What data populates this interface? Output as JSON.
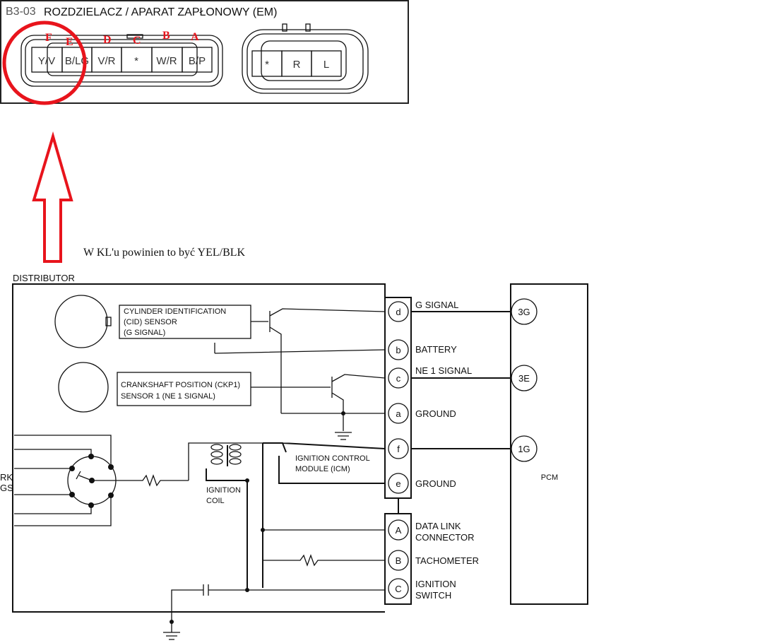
{
  "connector_panel": {
    "code": "B3-03",
    "title": "ROZDZIELACZ / APARAT ZAPŁONOWY (EM)",
    "main_pins": [
      "Y/V",
      "B/LG",
      "V/R",
      "*",
      "W/R",
      "B/P"
    ],
    "pin_letters": [
      "F",
      "E",
      "D",
      "C",
      "B",
      "A"
    ],
    "second_pins": [
      "*",
      "R",
      "L"
    ]
  },
  "annotation": {
    "note": "W KL'u powinien to być YEL/BLK",
    "highlight_color": "#e8141c"
  },
  "schematic": {
    "distributor_label": "DISTRIBUTOR",
    "cid_sensor": [
      "CYLINDER IDENTIFICATION",
      "(CID) SENSOR",
      "(G SIGNAL)"
    ],
    "ckp_sensor": [
      "CRANKSHAFT POSITION (CKP1)",
      "SENSOR 1 (NE 1 SIGNAL)"
    ],
    "icm": [
      "IGNITION CONTROL",
      "MODULE (ICM)"
    ],
    "coil": [
      "IGNITION",
      "COIL"
    ],
    "spark_plugs_partial": [
      "RK",
      "GS"
    ],
    "terminals": [
      {
        "pin": "d",
        "label": "G SIGNAL"
      },
      {
        "pin": "b",
        "label": "BATTERY"
      },
      {
        "pin": "c",
        "label": "NE 1 SIGNAL"
      },
      {
        "pin": "a",
        "label": "GROUND"
      },
      {
        "pin": "f",
        "label": ""
      },
      {
        "pin": "e",
        "label": "GROUND"
      }
    ],
    "terminals2": [
      {
        "pin": "A",
        "label1": "DATA LINK",
        "label2": "CONNECTOR"
      },
      {
        "pin": "B",
        "label1": "TACHOMETER",
        "label2": ""
      },
      {
        "pin": "C",
        "label1": "IGNITION",
        "label2": "SWITCH"
      }
    ],
    "pcm": {
      "label": "PCM",
      "pins": [
        "3G",
        "3E",
        "1G"
      ]
    }
  }
}
